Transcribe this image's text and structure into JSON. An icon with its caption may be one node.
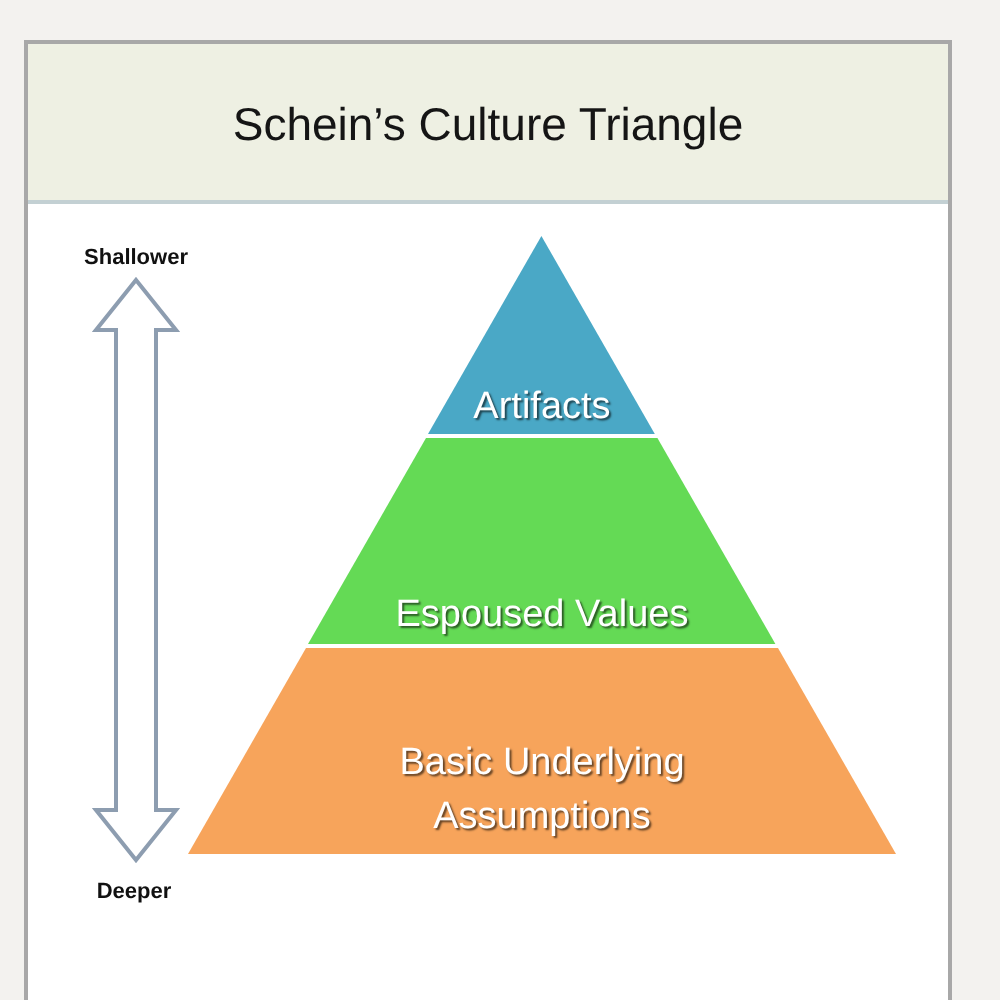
{
  "diagram": {
    "title": "Schein’s Culture Triangle",
    "nodes": [
      {
        "text": [
          "Artifacts"
        ]
      },
      {
        "text": [
          "Espoused Values"
        ]
      },
      {
        "text": [
          "Basic Underlying Assumptions"
        ]
      }
    ],
    "labels": [
      "Shallower",
      "Deeper"
    ]
  }
}
